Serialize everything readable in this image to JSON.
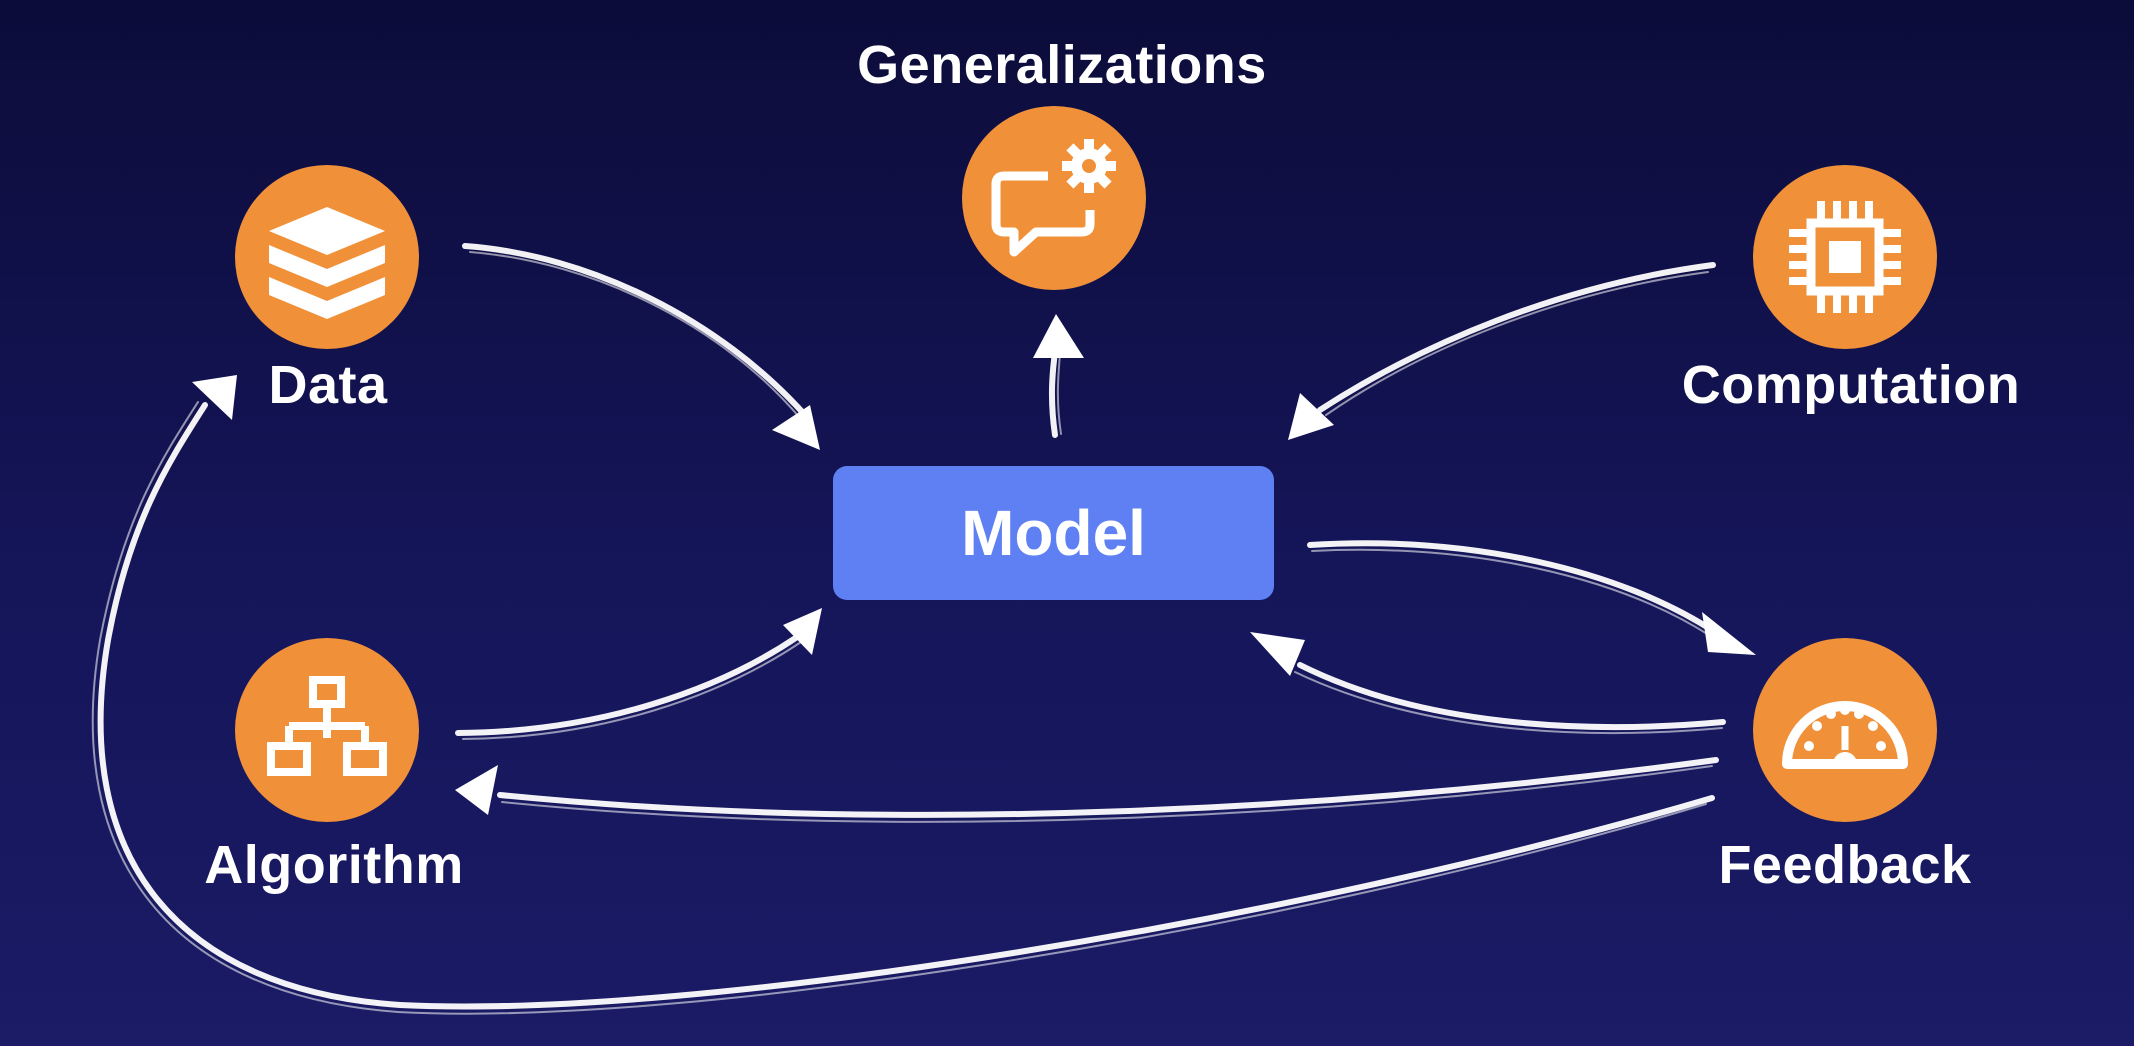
{
  "colors": {
    "background": "#13134e",
    "node": "#f0913a",
    "model": "#5f80f3",
    "arrow": "#ffffff"
  },
  "model": {
    "label": "Model"
  },
  "nodes": {
    "generalizations": {
      "label": "Generalizations",
      "icon": "chat-gear-icon"
    },
    "data": {
      "label": "Data",
      "icon": "layers-stack-icon"
    },
    "computation": {
      "label": "Computation",
      "icon": "cpu-chip-icon"
    },
    "algorithm": {
      "label": "Algorithm",
      "icon": "flowchart-icon"
    },
    "feedback": {
      "label": "Feedback",
      "icon": "gauge-icon"
    }
  },
  "edges": [
    {
      "from": "Data",
      "to": "Model"
    },
    {
      "from": "Computation",
      "to": "Model"
    },
    {
      "from": "Algorithm",
      "to": "Model"
    },
    {
      "from": "Model",
      "to": "Generalizations"
    },
    {
      "from": "Model",
      "to": "Feedback"
    },
    {
      "from": "Feedback",
      "to": "Model"
    },
    {
      "from": "Feedback",
      "to": "Algorithm"
    },
    {
      "from": "Feedback",
      "to": "Data"
    }
  ]
}
